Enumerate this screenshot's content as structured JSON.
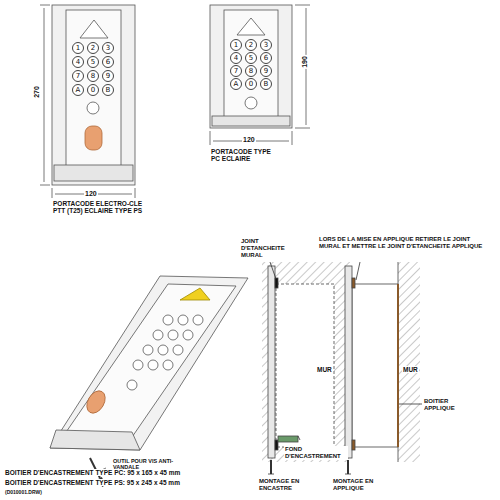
{
  "diagram": {
    "nodes": [
      {
        "text": [
          "1"
        ]
      },
      {
        "text": [
          "2"
        ]
      },
      {
        "text": [
          "3"
        ]
      },
      {
        "text": [
          "4"
        ]
      },
      {
        "text": [
          "5"
        ]
      },
      {
        "text": [
          "6"
        ]
      },
      {
        "text": [
          "7"
        ]
      },
      {
        "text": [
          "8"
        ]
      },
      {
        "text": [
          "9"
        ]
      },
      {
        "text": [
          "A"
        ]
      },
      {
        "text": [
          "0"
        ]
      },
      {
        "text": [
          "B"
        ]
      },
      {
        "text": [
          "1"
        ]
      },
      {
        "text": [
          "2"
        ]
      },
      {
        "text": [
          "3"
        ]
      },
      {
        "text": [
          "4"
        ]
      },
      {
        "text": [
          "5"
        ]
      },
      {
        "text": [
          "6"
        ]
      },
      {
        "text": [
          "7"
        ]
      },
      {
        "text": [
          "8"
        ]
      },
      {
        "text": [
          "9"
        ]
      },
      {
        "text": [
          "A"
        ]
      },
      {
        "text": [
          "0"
        ]
      },
      {
        "text": [
          "B"
        ]
      }
    ],
    "labels": [
      "270",
      "120",
      "PORTACODE ELECTRO-CLE PTT (T25) ECLAIRE TYPE PS",
      "190",
      "120",
      "PORTACODE TYPE PC ECLAIRE",
      "OUTIL POUR VIS ANTI-VANDALE",
      "BOITIER D'ENCASTREMENT TYPE PC: 95 x 165 x 45 mm",
      "BOITIER D'ENCASTREMENT TYPE PS: 95 x 245 x 45 mm",
      "(D010001.DRW)",
      "JOINT D'ETANCHEITE MURAL",
      "LORS DE LA MISE EN APPLIQUE RETIRER LE JOINT MURAL ET METTRE LE JOINT D'ETANCHEITE APPLIQUE",
      "FOND D'ENCASTREMENT",
      "MUR",
      "MUR",
      "MONTAGE EN ENCASTRE",
      "BOITIER APPLIQUE",
      "MONTAGE EN APPLIQUE"
    ]
  }
}
